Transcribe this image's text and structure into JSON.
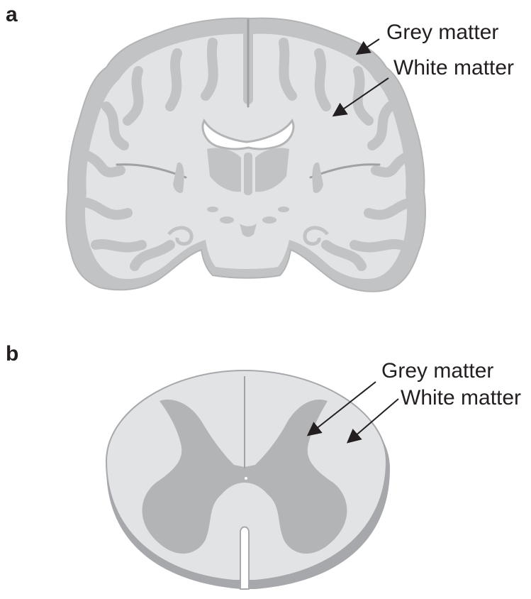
{
  "panels": [
    {
      "letter": "a",
      "labels": {
        "grey_matter": "Grey matter",
        "white_matter": "White matter"
      }
    },
    {
      "letter": "b",
      "labels": {
        "grey_matter": "Grey matter",
        "white_matter": "White matter"
      }
    }
  ],
  "colors": {
    "grey_matter": "#b3b4b6",
    "white_matter": "#e2e3e4",
    "outline": "#a6a8ab",
    "ventricle": "#ffffff",
    "text": "#231f20"
  }
}
